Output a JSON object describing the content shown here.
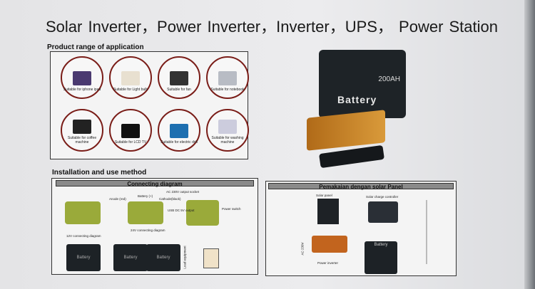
{
  "title": "Solar Inverter，Power Inverter，Inverter，UPS， Power Station",
  "product_range": {
    "heading": "Product range of application",
    "items": [
      {
        "label": "Suitable for iphone ipad",
        "icon": "tablet-icon"
      },
      {
        "label": "Suitable for Light bulb",
        "icon": "bulb-icon"
      },
      {
        "label": "Suitable for fan",
        "icon": "fan-icon"
      },
      {
        "label": "Suitable for notebook",
        "icon": "laptop-icon"
      },
      {
        "label": "Suitable for coffee machine",
        "icon": "coffee-machine-icon"
      },
      {
        "label": "Suitable for LCD TV",
        "icon": "tv-icon"
      },
      {
        "label": "Suitable for electric drill",
        "icon": "drill-icon"
      },
      {
        "label": "Suitable for washing machine",
        "icon": "washing-machine-icon"
      }
    ]
  },
  "installation": {
    "heading": "Installation and use method",
    "diagram_title": "Connecting diagram",
    "labels": {
      "v12": "12V connecting diagram",
      "v24": "24V connecting diagram",
      "anode": "Anode (red)",
      "battery": "Battery (+)",
      "cathode": "Cathode(black)",
      "ac_out": "AC 230V output socket",
      "usb": "USB DC 5V output",
      "switch": "Power switch",
      "load": "Load equipment",
      "battery_text": "Battery"
    }
  },
  "solar": {
    "title": "Pemakaian dengan solar Panel",
    "solar_panel": "Solar panel",
    "controller": "Solar charge controller",
    "battery": "Battery",
    "ac": "AC 230V",
    "inverter": "Power inverter"
  },
  "photo": {
    "battery_capacity": "200AH",
    "battery_label": "Battery"
  }
}
